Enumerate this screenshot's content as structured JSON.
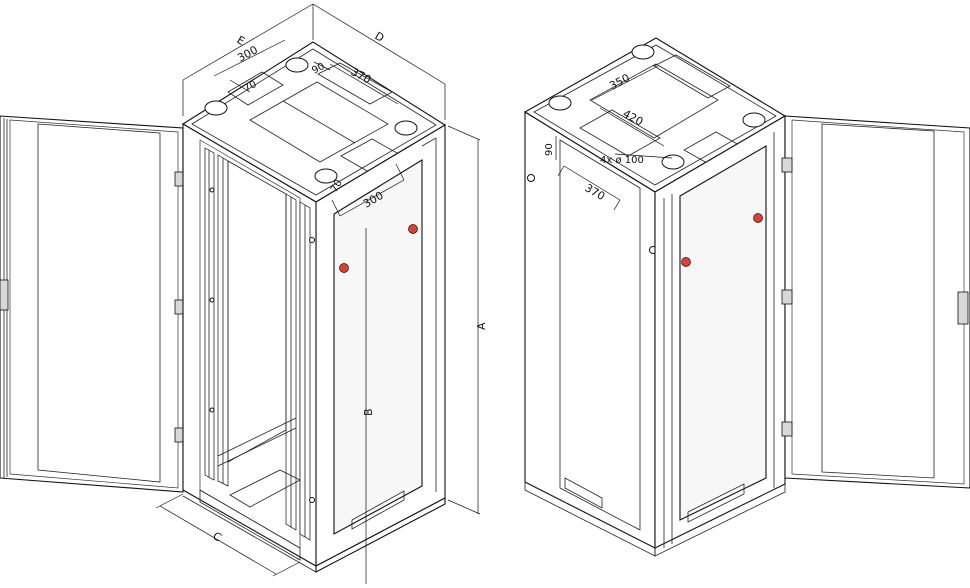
{
  "left_view": {
    "labels": {
      "dim_e": "E",
      "dim_d": "D",
      "dim_300_top": "300",
      "dim_70_top": "70",
      "dim_90_top": "90",
      "dim_370_top": "370",
      "dim_70_side": "70",
      "dim_300_side": "300",
      "dim_a": "A",
      "dim_b": "B",
      "dim_c": "C"
    }
  },
  "right_view": {
    "labels": {
      "dim_350": "350",
      "dim_420": "420",
      "dim_90": "90",
      "dim_holes": "4x ø 100",
      "dim_370": "370"
    }
  },
  "colors": {
    "line": "#111111",
    "lock_red": "#e04030",
    "background": "#ffffff"
  }
}
